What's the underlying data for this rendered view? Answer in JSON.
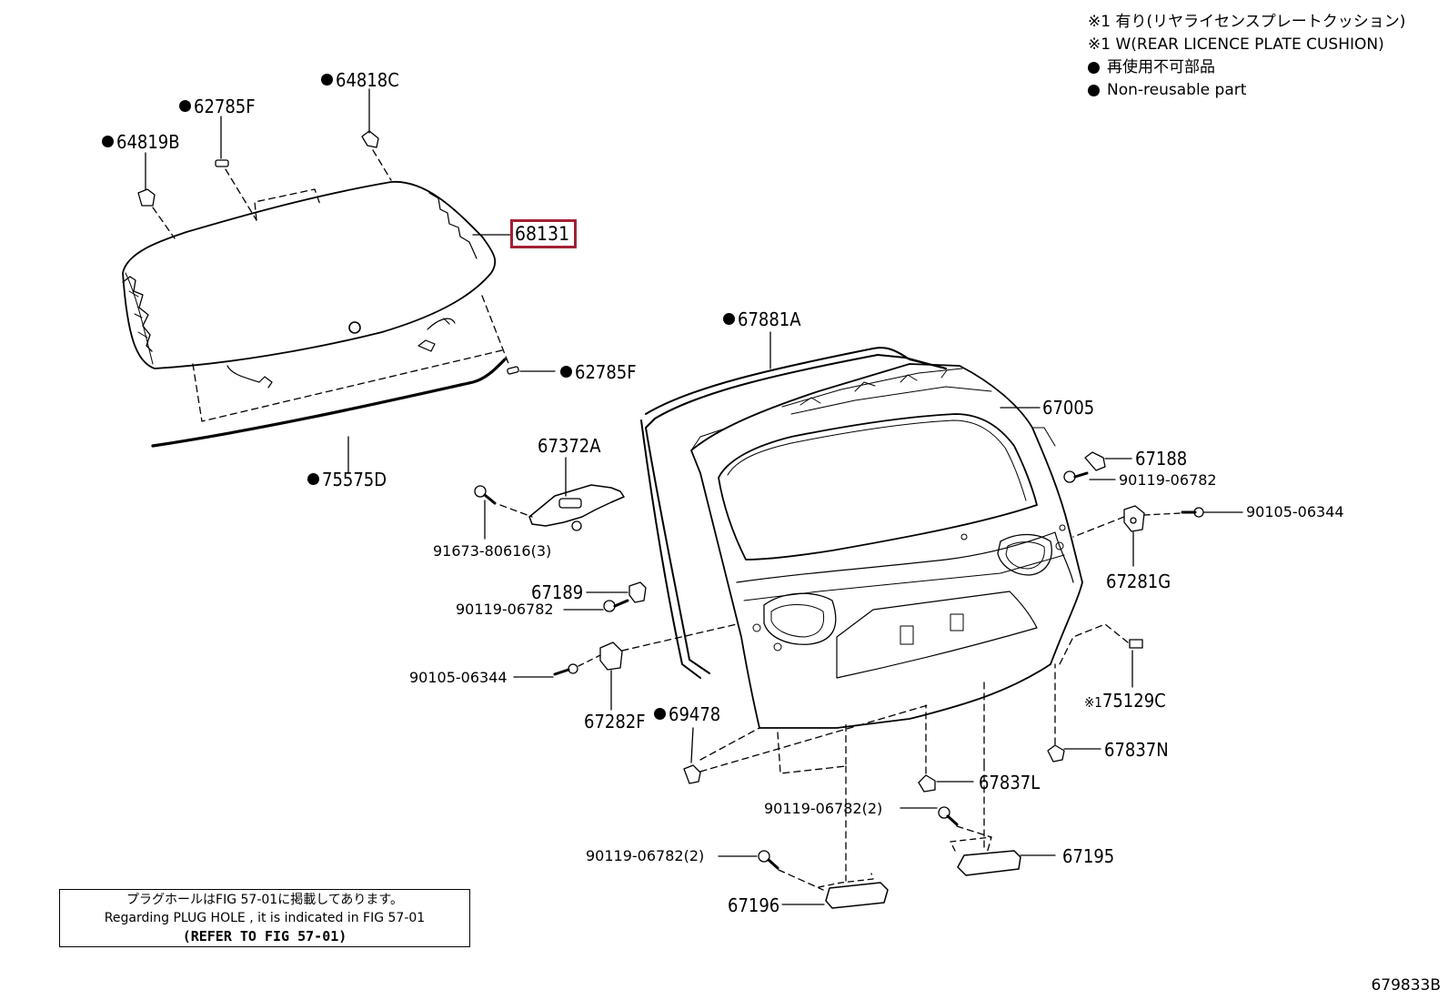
{
  "legend": {
    "line1": "※1 有り(リヤライセンスプレートクッション)",
    "line2": "※1 W(REAR LICENCE PLATE CUSHION)",
    "line3": "再使用不可部品",
    "line4": "Non-reusable part"
  },
  "parts": {
    "p64818C": "64818C",
    "p62785F_top": "62785F",
    "p64819B": "64819B",
    "p68131": "68131",
    "p62785F_right": "62785F",
    "p75575D": "75575D",
    "p67881A": "67881A",
    "p67005": "67005",
    "p67372A": "67372A",
    "p91673": "91673-80616(3)",
    "p67188": "67188",
    "p90119_a": "90119-06782",
    "p90105_a": "90105-06344",
    "p67281G": "67281G",
    "p67189": "67189",
    "p90119_b": "90119-06782",
    "p90105_b": "90105-06344",
    "p67282F": "67282F",
    "p69478": "69478",
    "p75129C": "75129C",
    "p75129C_mark": "※1",
    "p67837N": "67837N",
    "p67837L": "67837L",
    "p90119_c": "90119-06782(2)",
    "p90119_d": "90119-06782(2)",
    "p67195": "67195",
    "p67196": "67196"
  },
  "note": {
    "jp": "プラグホールはFIG 57-01に掲載してあります。",
    "en": "Regarding PLUG HOLE , it is indicated in FIG 57-01",
    "ref": "(REFER TO FIG 57-01)"
  },
  "figure_id": "679833B",
  "colors": {
    "highlight": "#a31f34",
    "line": "#000000",
    "background": "#ffffff"
  }
}
